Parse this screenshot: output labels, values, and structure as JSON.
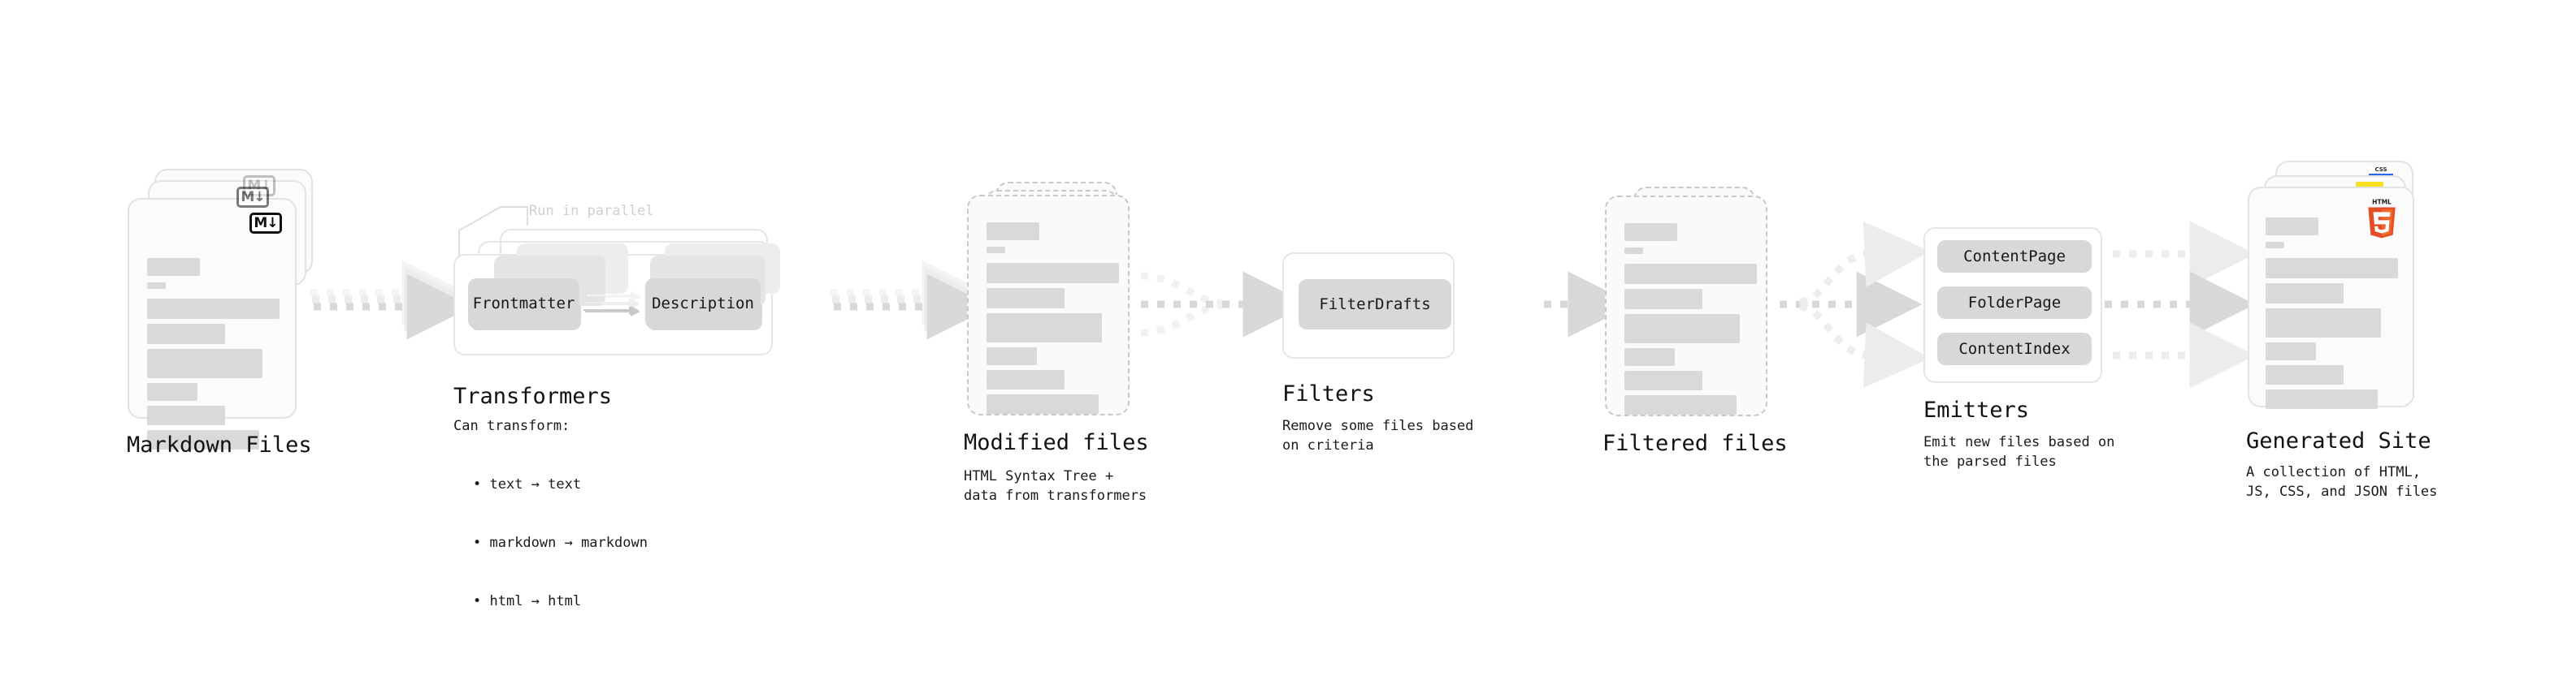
{
  "diagram": {
    "title": "Quartz static site generation pipeline",
    "type": "flow-diagram",
    "background": "#ffffff",
    "accent_colors": {
      "skeleton_bar": "#d9d9d9",
      "chip_fill": "#d8d8d8",
      "card_border": "#e3e3e3",
      "dashed_border": "#c9c9c9",
      "arrow_fill": "#d8d8d8",
      "annotation_text": "#cfcfcf",
      "text": "#121212",
      "html5_orange": "#e44d26",
      "js_yellow": "#f7df1e",
      "css_blue": "#2965f1"
    }
  },
  "stages": [
    {
      "id": "markdown-files",
      "title": "Markdown Files",
      "description": "",
      "badge": "md-badge",
      "badge_text": "M↓",
      "card_style": "solid",
      "stack_count": 3
    },
    {
      "id": "transformers",
      "title": "Transformers",
      "description_lines": [
        "Can transform:"
      ],
      "bullets": [
        "text → text",
        "markdown → markdown",
        "html → html"
      ],
      "annotation": "Run in parallel",
      "chips": [
        "Frontmatter",
        "Description"
      ],
      "stack_count": 3
    },
    {
      "id": "modified-files",
      "title": "Modified files",
      "description_lines": [
        "HTML Syntax Tree +",
        "data from transformers"
      ],
      "card_style": "dashed",
      "stack_count": 3
    },
    {
      "id": "filters",
      "title": "Filters",
      "description_lines": [
        "Remove some files based",
        "on criteria"
      ],
      "chips": [
        "FilterDrafts"
      ],
      "stack_count": 1
    },
    {
      "id": "filtered-files",
      "title": "Filtered files",
      "description_lines": [],
      "card_style": "dashed",
      "stack_count": 2
    },
    {
      "id": "emitters",
      "title": "Emitters",
      "description_lines": [
        "Emit new files based on",
        "the parsed files"
      ],
      "chips": [
        "ContentPage",
        "FolderPage",
        "ContentIndex"
      ],
      "stack_count": 1
    },
    {
      "id": "generated-site",
      "title": "Generated Site",
      "description_lines": [
        "A collection of HTML,",
        "JS, CSS, and JSON files"
      ],
      "badges": [
        "html5-badge",
        "js-badge",
        "css-badge"
      ],
      "card_style": "solid",
      "stack_count": 3
    }
  ],
  "connectors": [
    {
      "id": "markdown-to-transformers",
      "style": "dotted-stacked",
      "heads": 1
    },
    {
      "id": "transformers-to-modified",
      "style": "dotted-stacked",
      "heads": 1
    },
    {
      "id": "modified-to-filters",
      "style": "dotted-converging",
      "heads": 1
    },
    {
      "id": "filters-to-filtered",
      "style": "dotted-single",
      "heads": 1
    },
    {
      "id": "filtered-to-emitters",
      "style": "dotted-diverging",
      "heads": 3
    },
    {
      "id": "emitters-to-site",
      "style": "dotted-parallel",
      "heads": 3
    }
  ],
  "labels": {
    "markdown_files": "Markdown Files",
    "transformers": "Transformers",
    "transformers_intro": "Can transform:",
    "transformers_b1": "text → text",
    "transformers_b2": "markdown → markdown",
    "transformers_b3": "html → html",
    "run_in_parallel": "Run in parallel",
    "chip_frontmatter": "Frontmatter",
    "chip_description": "Description",
    "modified_files": "Modified files",
    "modified_files_desc": "HTML Syntax Tree +\ndata from transformers",
    "filters": "Filters",
    "filters_desc": "Remove some files based\non criteria",
    "chip_filterdrafts": "FilterDrafts",
    "filtered_files": "Filtered files",
    "emitters": "Emitters",
    "emitters_desc": "Emit new files based on\nthe parsed files",
    "chip_contentpage": "ContentPage",
    "chip_folderpage": "FolderPage",
    "chip_contentindex": "ContentIndex",
    "generated_site": "Generated Site",
    "generated_site_desc": "A collection of HTML,\nJS, CSS, and JSON files",
    "md_badge": "M↓",
    "css_badge": "CSS",
    "html5_badge": "HTML"
  }
}
